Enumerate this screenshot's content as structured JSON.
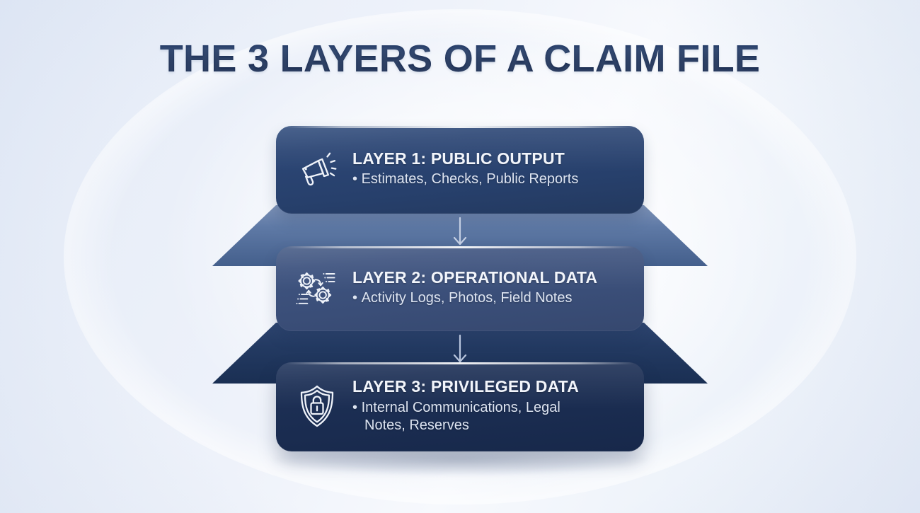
{
  "page": {
    "title": "THE 3 LAYERS OF A CLAIM FILE",
    "background_color": "#e9eef8",
    "title_color": "#1b2d52"
  },
  "diagram": {
    "type": "stacked-funnel",
    "connector_icon": "arrow-down-icon",
    "layers": [
      {
        "id": "layer-1",
        "icon": "megaphone-icon",
        "title": "LAYER 1: PUBLIC OUTPUT",
        "bullet": "•",
        "description": "Estimates, Checks, Public Reports",
        "color": "#27406c"
      },
      {
        "id": "layer-2",
        "icon": "gears-workflow-icon",
        "title": "LAYER 2: OPERATIONAL DATA",
        "bullet": "•",
        "description": "Activity Logs, Photos, Field Notes",
        "color": "#3a4e78"
      },
      {
        "id": "layer-3",
        "icon": "shield-lock-icon",
        "title": "LAYER 3: PRIVILEGED DATA",
        "bullet": "•",
        "description": "Internal Communications, Legal Notes, Reserves",
        "color": "#1a2c50"
      }
    ]
  }
}
